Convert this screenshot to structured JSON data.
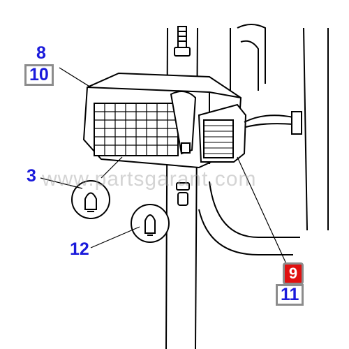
{
  "callouts": {
    "c8": "8",
    "c10": "10",
    "c3": "3",
    "c12": "12",
    "c9": "9",
    "c11": "11"
  },
  "watermark": "www.partsgarant.com",
  "colors": {
    "callout_text": "#1a1adb",
    "box_border": "#8c8c8c",
    "badge_red": "#e01010",
    "line_art": "#000000"
  }
}
